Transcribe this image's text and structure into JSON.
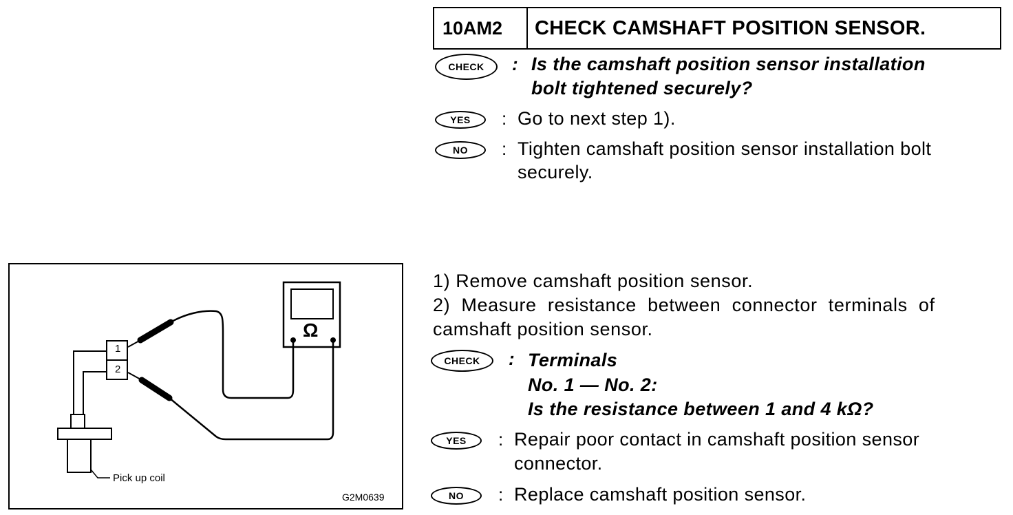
{
  "step": {
    "id": "10AM2",
    "title": "CHECK CAMSHAFT POSITION SENSOR."
  },
  "badges": {
    "check": "CHECK",
    "yes": "YES",
    "no": "NO"
  },
  "first_check": {
    "question_line1": "Is the camshaft position sensor installation",
    "question_line2": "bolt tightened securely?",
    "yes_text": "Go to next step 1).",
    "no_line1": "Tighten camshaft position sensor installation bolt",
    "no_line2": "securely."
  },
  "procedure": {
    "step1": "1)  Remove camshaft position sensor.",
    "step2_line1": "2)  Measure  resistance  between  connector  terminals  of",
    "step2_line2": "camshaft position sensor."
  },
  "second_check": {
    "line1": "Terminals",
    "line2": "No. 1 — No. 2:",
    "line3": "Is the resistance between 1 and 4 kΩ?",
    "yes_line1": "Repair poor contact in camshaft position sensor",
    "yes_line2": "connector.",
    "no_text": "Replace camshaft position sensor."
  },
  "figure": {
    "terminal_1": "1",
    "terminal_2": "2",
    "meter_symbol": "Ω",
    "coil_label": "Pick up coil",
    "figure_code": "G2M0639"
  }
}
